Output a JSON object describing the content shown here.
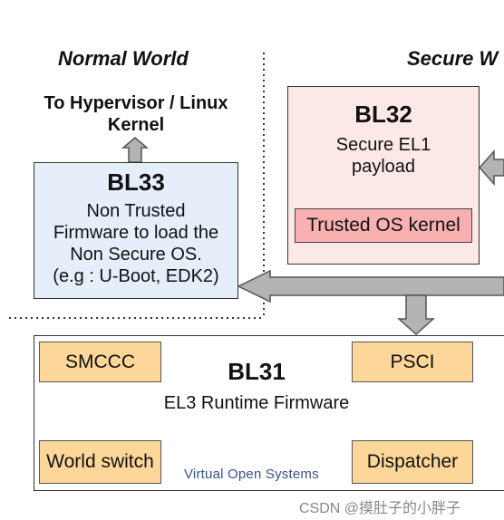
{
  "worlds": {
    "normal": "Normal World",
    "secure": "Secure W"
  },
  "hypervisor_label": [
    "To Hypervisor / Linux",
    "Kernel"
  ],
  "bl33": {
    "title": "BL33",
    "lines": [
      "Non Trusted",
      "Firmware to load the",
      "Non Secure OS.",
      "(e.g : U-Boot, EDK2)"
    ],
    "fill": "#e6eefa"
  },
  "bl32": {
    "title": "BL32",
    "lines": [
      "Secure EL1",
      "payload"
    ],
    "fill": "#fde8e8",
    "trusted_os": "Trusted OS kernel",
    "trusted_os_fill": "#f9b0b0"
  },
  "bl31": {
    "title": "BL31",
    "subtitle": "EL3 Runtime Firmware",
    "modules": {
      "smccc": "SMCCC",
      "psci": "PSCI",
      "world_switch": "World switch",
      "dispatcher": "Dispatcher"
    },
    "module_fill": "#fdd699"
  },
  "logo_text": "Virtual Open Systems",
  "watermark": "CSDN @摸肚子的小胖子",
  "colors": {
    "arrow": "#b3b3b3",
    "arrow_stroke": "#555555"
  }
}
